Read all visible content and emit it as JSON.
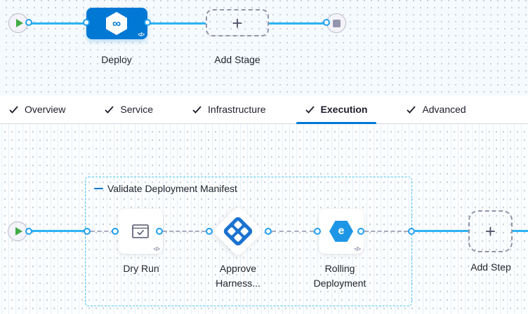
{
  "stage_graph": {
    "deploy": {
      "label": "Deploy"
    },
    "add_stage": {
      "label": "Add Stage"
    }
  },
  "tabs": [
    {
      "label": "Overview"
    },
    {
      "label": "Service"
    },
    {
      "label": "Infrastructure"
    },
    {
      "label": "Execution",
      "active": true
    },
    {
      "label": "Advanced"
    }
  ],
  "execution": {
    "group": {
      "label": "Validate Deployment Manifest"
    },
    "steps": [
      {
        "label": "Dry Run"
      },
      {
        "label": "Approve Harness..."
      },
      {
        "label": "Rolling Deployment"
      }
    ],
    "add_step": {
      "label": "Add Step"
    }
  },
  "icons": {
    "code": "</>",
    "plus": "+",
    "infinity": "∞",
    "rolling_arrow": "e"
  },
  "colors": {
    "primary_blue": "#0278d5",
    "connector_blue": "#2db3f4",
    "group_border": "#4cc6f2",
    "play_green": "#42ab45",
    "dashed_gray": "#a9abbd"
  }
}
